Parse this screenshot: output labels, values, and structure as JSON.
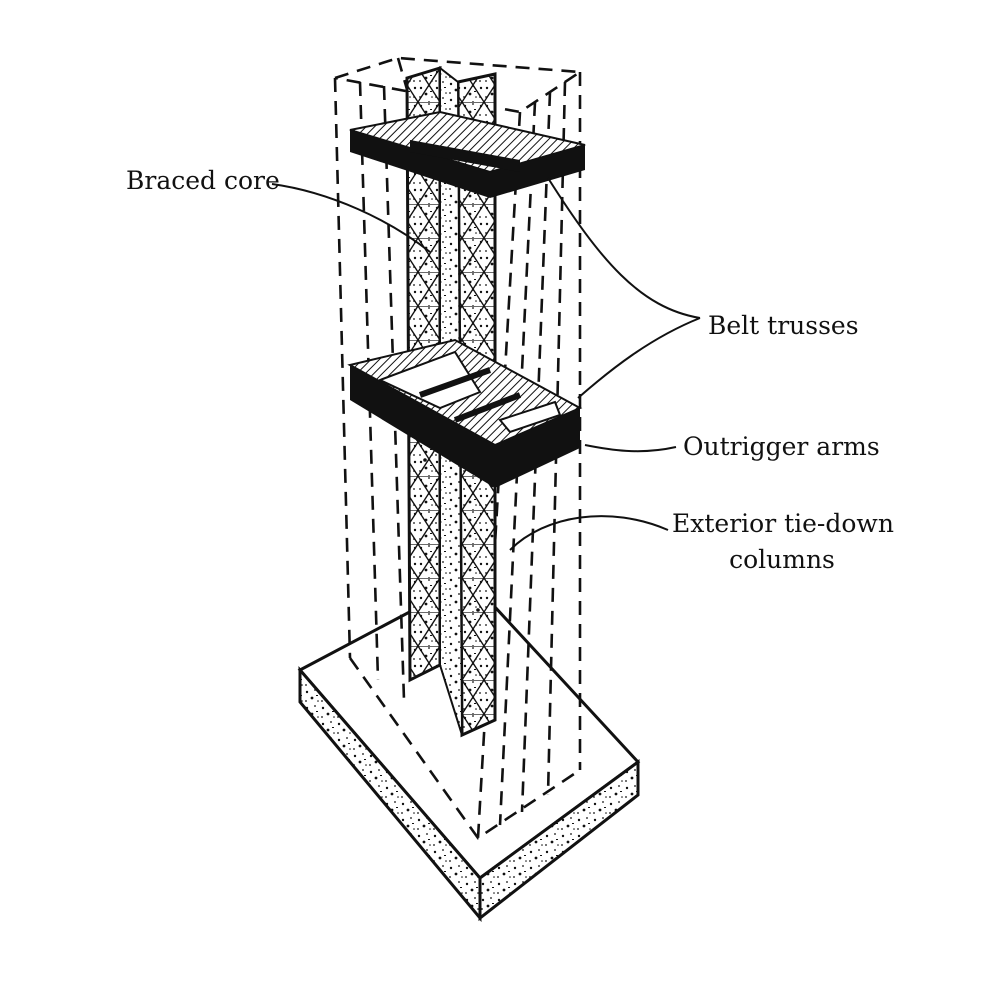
{
  "labels": {
    "braced_core": "Braced core",
    "belt_trusses": "Belt trusses",
    "outrigger_arms": "Outrigger arms",
    "exterior_tiedown_line1": "Exterior tie-down",
    "exterior_tiedown_line2": "columns"
  },
  "colors": {
    "ink": "#111111",
    "background": "#ffffff"
  }
}
